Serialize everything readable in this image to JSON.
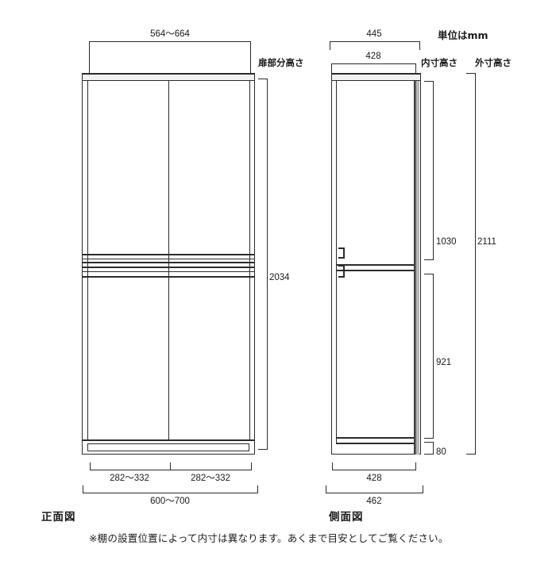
{
  "page": {
    "unit_note": "単位はmm",
    "inner_height_label": "内寸高さ",
    "outer_height_label": "外寸高さ",
    "door_height_label": "扉部分高さ",
    "footnote": "※棚の設置位置によって内寸は異なります。あくまで目安としてご覧ください。"
  },
  "front_view": {
    "title": "正面図",
    "dimensions": {
      "door_width": "564〜664",
      "door_height": "2034",
      "left_door_inner_width": "282〜332",
      "right_door_inner_width": "282〜332",
      "total_width": "600〜700"
    }
  },
  "side_view": {
    "title": "側面図",
    "dimensions": {
      "depth_outer_top": "445",
      "depth_inner_top": "428",
      "upper_inner_height": "1030",
      "total_outer_height": "2111",
      "lower_inner_height": "921",
      "base_height": "80",
      "depth_inner_bottom": "428",
      "depth_outer_bottom": "462"
    }
  },
  "colors": {
    "line": "#2b2b2b",
    "panel_dark": "#7b7b7b",
    "panel_mid": "#b9b9b9",
    "panel_light": "#f2f2f2",
    "background": "#ffffff"
  }
}
